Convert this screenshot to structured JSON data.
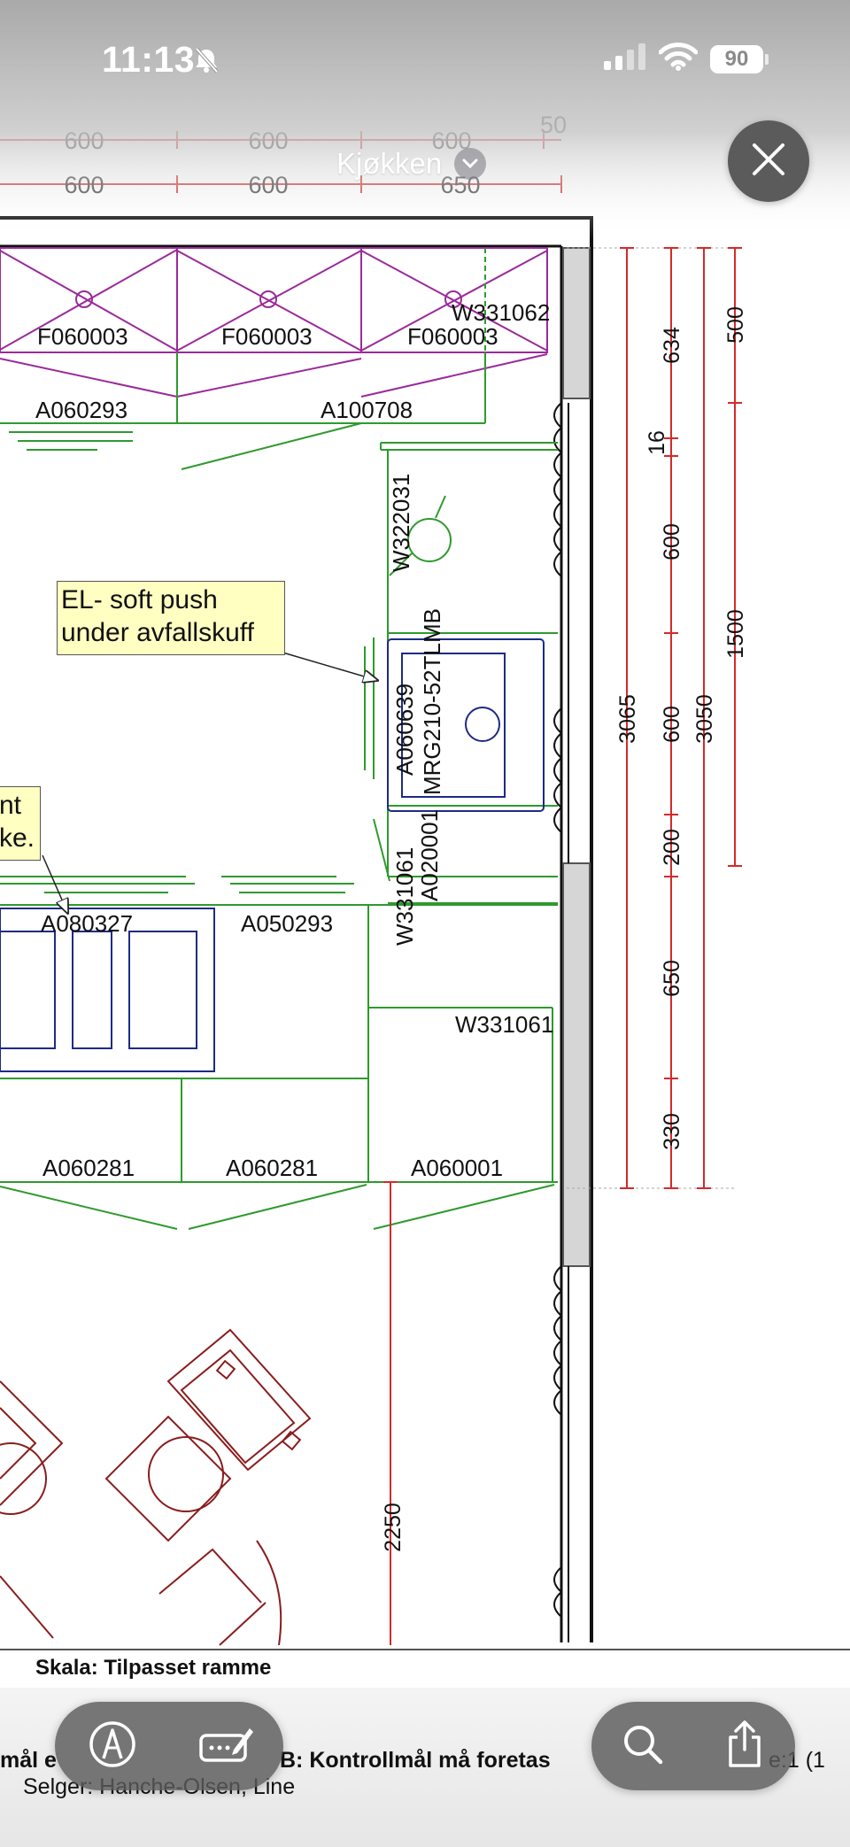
{
  "status_bar": {
    "time": "11:13",
    "battery": "90"
  },
  "viewer": {
    "title": "Kjøkken"
  },
  "notes": {
    "note1_line1": "EL- soft push",
    "note1_line2": "under avfallskuff",
    "note2_line1": "nt",
    "note2_line2": "ke."
  },
  "labels": {
    "f1": "F060003",
    "f2": "F060003",
    "f3": "F060003",
    "w331062": "W331062",
    "a060293": "A060293",
    "a100708": "A100708",
    "w322031": "W322031",
    "a060639": "A060639",
    "mrg": "MRG210-52TLMB",
    "a020001": "A020001",
    "w331061v": "W331061",
    "a080327": "A080327",
    "a050293": "A050293",
    "w331061": "W331061",
    "a060281a": "A060281",
    "a060281b": "A060281",
    "a060001": "A060001",
    "dim2250": "2250"
  },
  "top_dims": {
    "r1a": "600",
    "r1b": "600",
    "r1c": "600",
    "r1d": "50",
    "r2a": "600",
    "r2b": "600",
    "r2c": "650"
  },
  "right_dims": {
    "d634": "634",
    "d16": "16",
    "d600a": "600",
    "d600b": "600",
    "d200": "200",
    "d650": "650",
    "d330": "330",
    "d3065": "3065",
    "d3050": "3050",
    "d500": "500",
    "d1500": "1500"
  },
  "scale": {
    "label": "Skala: Tilpasset ramme"
  },
  "footer": {
    "text1": "mål e",
    "text2": "B: Kontrollmål må foretas",
    "text3": "Selger: Hanche-Olsen, Line",
    "text4": "e:1 (1"
  },
  "colors": {
    "cabinet_green": "#2e9a2e",
    "upper_purple": "#9a2a9a",
    "dimension_red": "#d42a2a",
    "appliance_navy": "#1e2a86",
    "furniture_maroon": "#8a1c1c",
    "note_fill": "#ffffc2"
  }
}
